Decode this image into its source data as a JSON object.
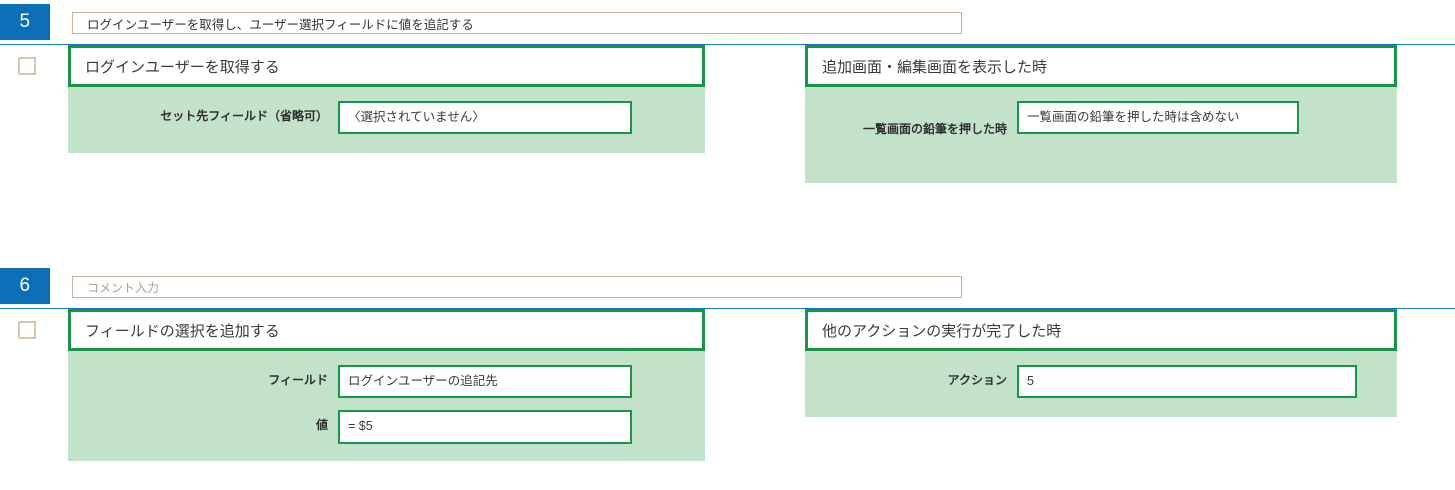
{
  "groups": [
    {
      "number": "5",
      "summary": {
        "value": "ログインユーザーを取得し、ユーザー選択フィールドに値を追記する",
        "is_placeholder": false
      },
      "action_panel": {
        "title": "ログインユーザーを取得する",
        "fields": [
          {
            "label": "セット先フィールド（省略可）",
            "value": "〈選択されていません〉"
          }
        ]
      },
      "trigger_panel": {
        "title": "追加画面・編集画面を表示した時",
        "fields": [
          {
            "label": "一覧画面の鉛筆を押した時",
            "value": "一覧画面の鉛筆を押した時は含めない"
          }
        ]
      }
    },
    {
      "number": "6",
      "summary": {
        "value": "コメント入力",
        "is_placeholder": true
      },
      "action_panel": {
        "title": "フィールドの選択を追加する",
        "fields": [
          {
            "label": "フィールド",
            "value": "ログインユーザーの追記先"
          },
          {
            "label": "値",
            "value": "= $5"
          }
        ]
      },
      "trigger_panel": {
        "title": "他のアクションの実行が完了した時",
        "fields": [
          {
            "label": "アクション",
            "value": "5"
          }
        ]
      }
    }
  ],
  "colors": {
    "badge_blue": "#0D6EB8",
    "rule_blue": "#1579BE",
    "panel_green": "#1A9449",
    "panel_body_green": "#C2E3CA",
    "input_border_tan": "#C8B49C",
    "checkbox_border_tan": "#D8C7B2"
  }
}
